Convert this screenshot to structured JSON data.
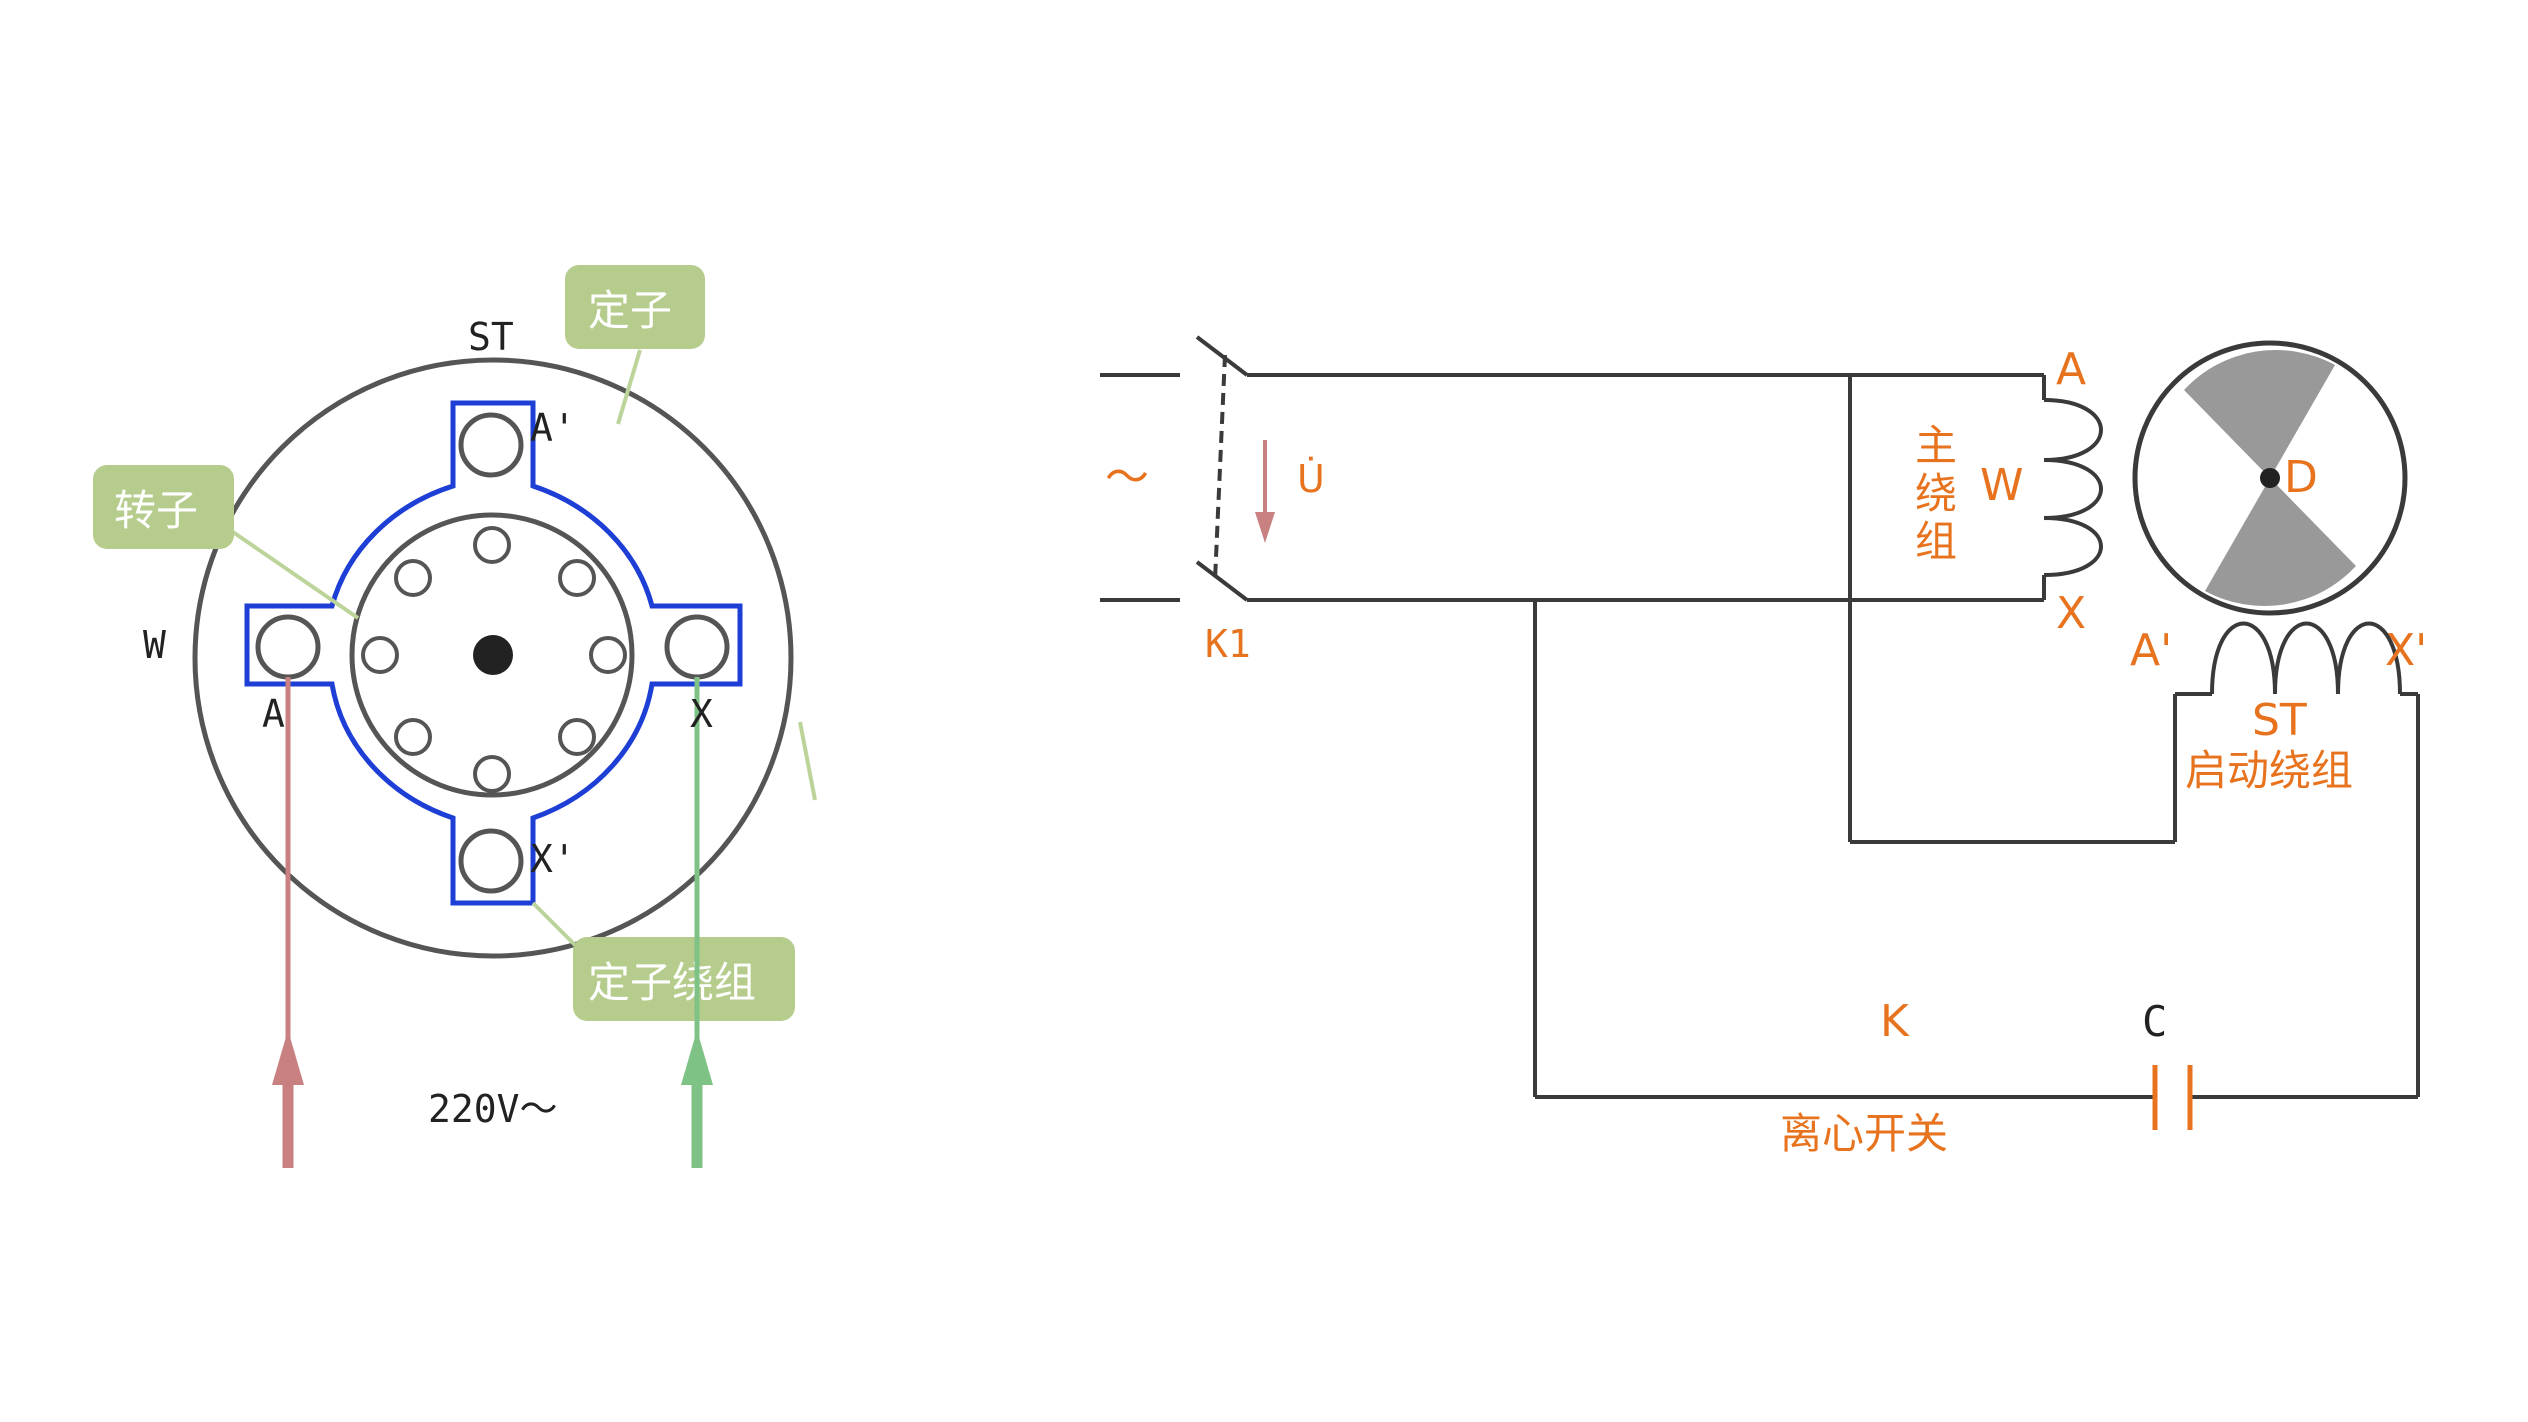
{
  "left_diagram": {
    "labels": {
      "st": "ST",
      "w": "W",
      "a": "A",
      "a_prime": "A'",
      "x": "X",
      "x_prime": "X'",
      "voltage": "220V～"
    },
    "callouts": {
      "stator": "定子",
      "rotor": "转子",
      "stator_winding": "定子绕组"
    }
  },
  "right_diagram": {
    "labels": {
      "ac_symbol": "～",
      "u_dot": "U̇",
      "k1": "K1",
      "a": "A",
      "x": "X",
      "w": "W",
      "main_winding": [
        "主",
        "绕",
        "组"
      ],
      "d": "D",
      "a_prime": "A'",
      "x_prime": "X'",
      "st": "ST",
      "start_winding": "启动绕组",
      "k": "K",
      "centrifugal_switch": "离心开关",
      "c": "C"
    }
  },
  "colors": {
    "line": "#3a3a3a",
    "stator_winding_outline": "#1e3fd6",
    "callout_bg": "#b5cc8c",
    "callout_leader": "#bcd49a",
    "red_wire": "#c98080",
    "green_wire": "#7fc285",
    "orange_label": "#e8731e",
    "rotor_fill": "#999999"
  }
}
